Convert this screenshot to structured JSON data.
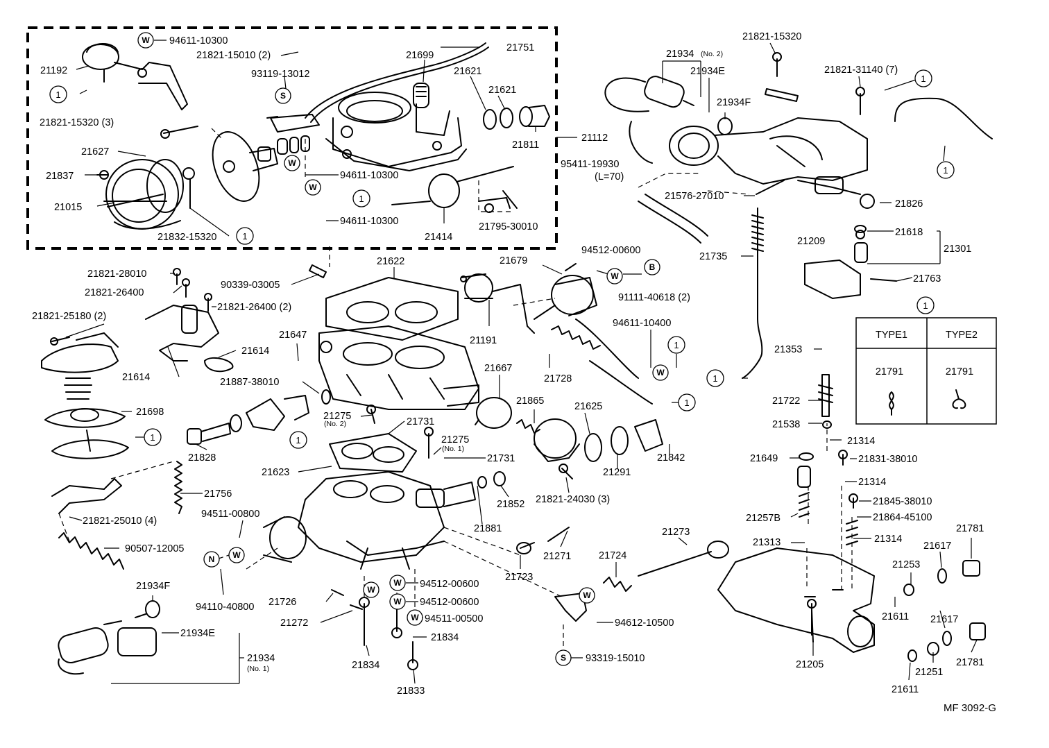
{
  "diagram_code": "MF 3092-G",
  "marker_letters": {
    "W": "W",
    "S": "S",
    "N": "N",
    "B": "B"
  },
  "ref_number": "1",
  "type_table": {
    "ref": "1",
    "columns": [
      "TYPE1",
      "TYPE2"
    ],
    "parts": [
      "21791",
      "21791"
    ]
  },
  "labels": {
    "p94611_10300_a": "94611-10300",
    "p21821_15010": "21821-15010 (2)",
    "p21192": "21192",
    "p93119_13012": "93119-13012",
    "p21699": "21699",
    "p21751": "21751",
    "p21621_a": "21621",
    "p21621_b": "21621",
    "p21821_15320_3": "21821-15320 (3)",
    "p21627": "21627",
    "p21837": "21837",
    "p21015": "21015",
    "p21832_15320": "21832-15320",
    "p94611_10300_b": "94611-10300",
    "p94611_10300_c": "94611-10300",
    "p21112": "21112",
    "p21811": "21811",
    "p21414": "21414",
    "p21795_30010": "21795-30010",
    "p21821_15320_top": "21821-15320",
    "p21934_top": "21934",
    "p21934_top_sub": "(No. 2)",
    "p21934E_top": "21934E",
    "p21934F_top": "21934F",
    "p21821_31140": "21821-31140 (7)",
    "p95411_19930": "95411-19930",
    "p95411_len": "(L=70)",
    "p21576_27010": "21576-27010",
    "p21826": "21826",
    "p21735": "21735",
    "p21618": "21618",
    "p21209": "21209",
    "p21301": "21301",
    "p21763": "21763",
    "p21821_28010": "21821-28010",
    "p21821_26400": "21821-26400",
    "p21821_26400_2": "21821-26400 (2)",
    "p90339_03005": "90339-03005",
    "p21622": "21622",
    "p21679": "21679",
    "p94512_00600_top": "94512-00600",
    "p91111_40618": "91111-40618 (2)",
    "p21821_25180": "21821-25180 (2)",
    "p21647": "21647",
    "p21614_a": "21614",
    "p21614_b": "21614",
    "p21191": "21191",
    "p94611_10400": "94611-10400",
    "p21353": "21353",
    "p21887_38010": "21887-38010",
    "p21728": "21728",
    "p21667": "21667",
    "p21698": "21698",
    "p21275_no2": "21275",
    "p21275_no2_sub": "(No. 2)",
    "p21731_a": "21731",
    "p21865": "21865",
    "p21625": "21625",
    "p21722": "21722",
    "p21538": "21538",
    "p21275_no1": "21275",
    "p21275_no1_sub": "(No. 1)",
    "p21731_b": "21731",
    "p21314_a": "21314",
    "p21828": "21828",
    "p21623": "21623",
    "p21842": "21842",
    "p21291": "21291",
    "p21649": "21649",
    "p21831_38010": "21831-38010",
    "p21852": "21852",
    "p21314_b": "21314",
    "p21821_24030": "21821-24030 (3)",
    "p21756": "21756",
    "p21845_38010": "21845-38010",
    "p21257B": "21257B",
    "p21864_45100": "21864-45100",
    "p21821_25010": "21821-25010 (4)",
    "p94511_00800": "94511-00800",
    "p21881": "21881",
    "p21273": "21273",
    "p21313": "21313",
    "p21314_c": "21314",
    "p21781_a": "21781",
    "p21617_a": "21617",
    "p90507_12005": "90507-12005",
    "p21271": "21271",
    "p21724": "21724",
    "p21253": "21253",
    "p21723": "21723",
    "p94512_00600_a": "94512-00600",
    "p21934F_bottom": "21934F",
    "p94512_00600_b": "94512-00600",
    "p21726": "21726",
    "p94110_40800": "94110-40800",
    "p21611_a": "21611",
    "p21617_b": "21617",
    "p94511_00500": "94511-00500",
    "p94612_10500": "94612-10500",
    "p21272": "21272",
    "p21834_a": "21834",
    "p21934E_bottom": "21934E",
    "p21205": "21205",
    "p21781_b": "21781",
    "p21934_bottom": "21934",
    "p21934_bottom_sub": "(No. 1)",
    "p93319_15010": "93319-15010",
    "p21251": "21251",
    "p21834_b": "21834",
    "p21611_b": "21611",
    "p21833": "21833"
  }
}
